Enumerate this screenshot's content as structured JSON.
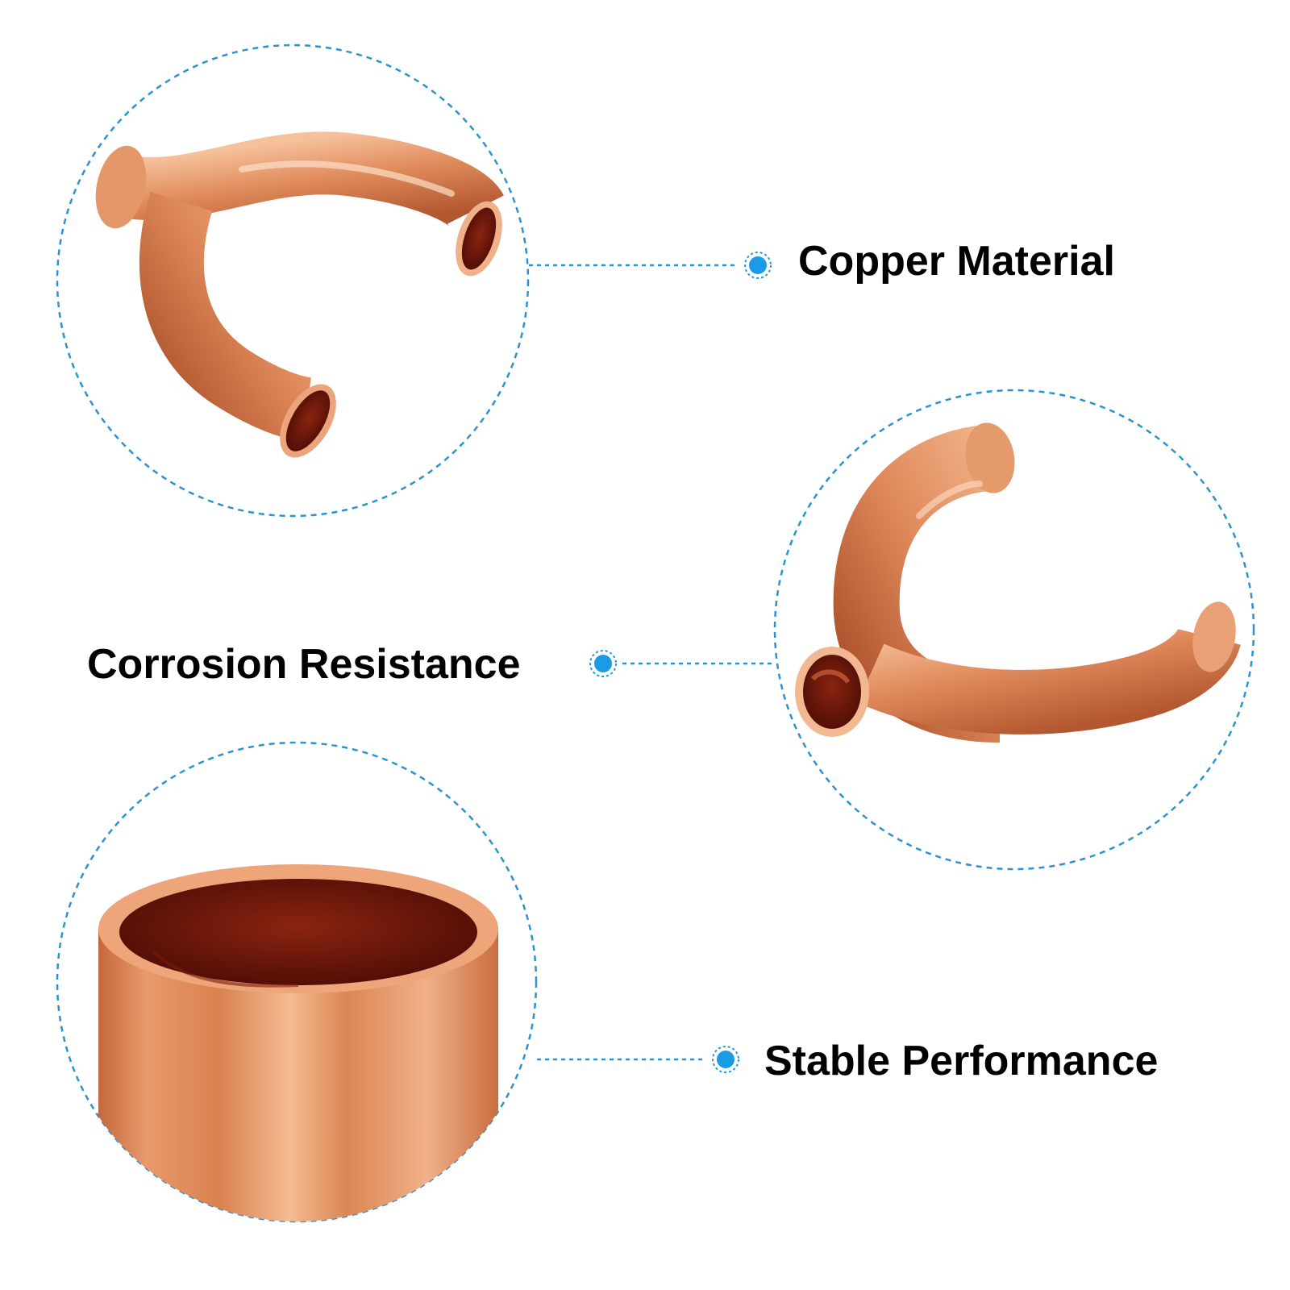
{
  "colors": {
    "accent_blue": "#1a9be6",
    "dashed_line": "#2a93d0",
    "copper_light": "#f4b48c",
    "copper_mid": "#dd8558",
    "copper_dark": "#a84d2a",
    "copper_interior": "#6e160a",
    "text": "#000000"
  },
  "features": [
    {
      "label": "Copper Material",
      "icon": "y-branch-pipe-icon"
    },
    {
      "label": "Corrosion Resistance",
      "icon": "y-branch-pipe-icon"
    },
    {
      "label": "Stable Performance",
      "icon": "pipe-end-icon"
    }
  ]
}
